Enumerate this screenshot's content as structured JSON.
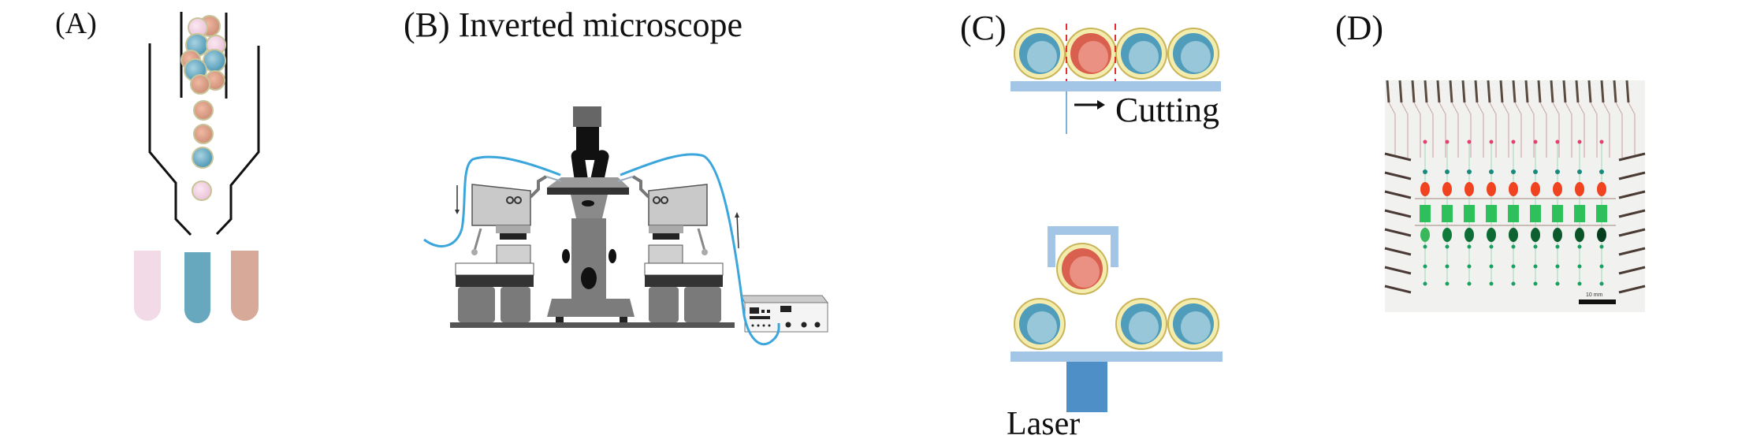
{
  "panels": {
    "a": {
      "label": "(A)"
    },
    "b": {
      "label": "(B) Inverted microscope"
    },
    "c": {
      "label": "(C)",
      "cutting": "Cutting",
      "laser": "Laser"
    },
    "d": {
      "label": "(D)",
      "scale_bar": "10 mm"
    }
  },
  "colors": {
    "tube_pink": "#f2dbe7",
    "tube_blue": "#67a8bf",
    "tube_tan": "#d7a998",
    "cell_blue": "#4f9dbb",
    "cell_red": "#e06657",
    "cell_ring": "#f4ecac",
    "membrane_bar": "#a3c6e6",
    "laser": "#4f8fc8",
    "tubing": "#3aa6dc"
  }
}
